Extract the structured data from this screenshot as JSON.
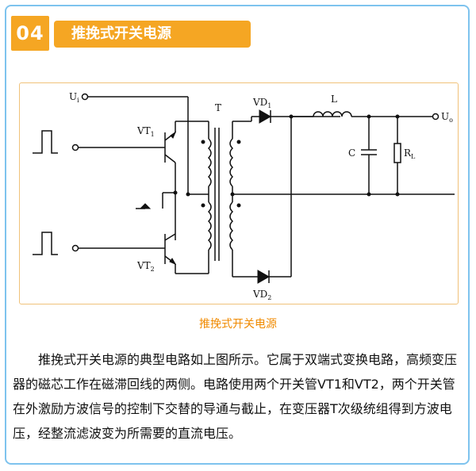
{
  "badge_number": "04",
  "title": "推挽式开关电源",
  "caption": "推挽式开关电源",
  "paragraph": "推挽式开关电源的典型电路如上图所示。它属于双端式变换电路，高频变压器的磁芯工作在磁滞回线的两侧。电路使用两个开关管VT1和VT2，两个开关管在外激励方波信号的控制下交替的导通与截止，在变压器T次级统组得到方波电压，经整流滤波变为所需要的直流电压。",
  "labels": {
    "ui": "U",
    "ui_sub": "i",
    "uo": "U",
    "uo_sub": "o",
    "t": "T",
    "vt1": "VT",
    "vt1_sub": "1",
    "vt2": "VT",
    "vt2_sub": "2",
    "vd1": "VD",
    "vd1_sub": "1",
    "vd2": "VD",
    "vd2_sub": "2",
    "l": "L",
    "c": "C",
    "rl": "R",
    "rl_sub": "L"
  }
}
